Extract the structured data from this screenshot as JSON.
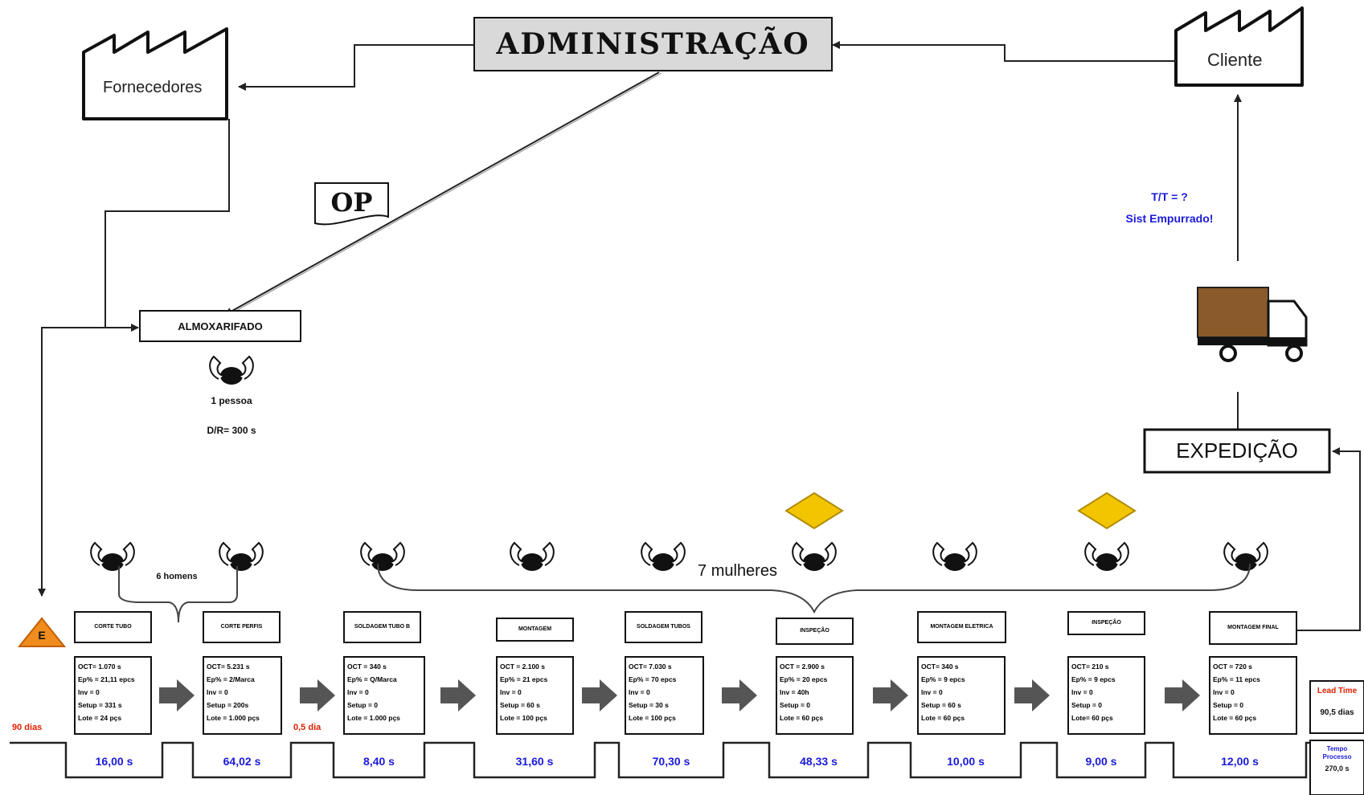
{
  "title": "ADMINISTRAÇÃO",
  "suppliers_label": "Fornecedores",
  "client_label": "Cliente",
  "op_label": "OP",
  "warehouse": {
    "label": "ALMOXARIFADO",
    "operators": "1 pessoa",
    "demand": "D/R= 300 s"
  },
  "takt": {
    "line1": "T/T = ?",
    "line2": "Sist Empurrado!"
  },
  "shipping_label": "EXPEDIÇÃO",
  "inventory_marker": "E",
  "group_left_label": "6 homens",
  "group_right_label": "7 mulheres",
  "inventory_days": [
    "90 dias",
    "0,5 dia"
  ],
  "processes": [
    {
      "name": "CORTE TUBO",
      "lines": [
        "OCT= 1.070 s",
        "Ep% = 21,11 epcs",
        "Inv = 0",
        "Setup = 331 s",
        "Lote = 24 pçs"
      ],
      "time": "16,00 s"
    },
    {
      "name": "CORTE PERFIS",
      "lines": [
        "OCT= 5.231 s",
        "Ep% = 2/Marca",
        "Inv = 0",
        "Setup = 200s",
        "Lote = 1.000 pçs"
      ],
      "time": "64,02 s"
    },
    {
      "name": "SOLDAGEM TUBO B",
      "lines": [
        "OCT = 340 s",
        "Ep% = Q/Marca",
        "Inv = 0",
        "Setup = 0",
        "Lote = 1.000 pçs"
      ],
      "time": "8,40 s"
    },
    {
      "name": "MONTAGEM",
      "lines": [
        "OCT = 2.100 s",
        "Ep% = 21 epcs",
        "Inv = 0",
        "Setup = 60 s",
        "Lote = 100 pçs"
      ],
      "time": "31,60 s"
    },
    {
      "name": "SOLDAGEM TUBOS",
      "lines": [
        "OCT= 7.030 s",
        "Ep% = 70 epcs",
        "Inv = 0",
        "Setup = 30 s",
        "Lote = 100 pçs"
      ],
      "time": "70,30 s"
    },
    {
      "name": "INSPEÇÃO",
      "lines": [
        "OCT = 2.900 s",
        "Ep% = 20 epcs",
        "Inv = 40h",
        "Setup = 0",
        "Lote = 60 pçs"
      ],
      "time": "48,33 s"
    },
    {
      "name": "MONTAGEM ELETRICA",
      "lines": [
        "OCT= 340 s",
        "Ep% = 9 epcs",
        "Inv = 0",
        "Setup = 60 s",
        "Lote = 60 pçs"
      ],
      "time": "10,00 s"
    },
    {
      "name": "INSPEÇÃO",
      "lines": [
        "OCT= 210 s",
        "Ep% = 9 epcs",
        "Inv = 0",
        "Setup = 0",
        "Lote= 60 pçs"
      ],
      "time": "9,00 s"
    },
    {
      "name": "MONTAGEM FINAL",
      "lines": [
        "OCT = 720 s",
        "Ep% = 11 epcs",
        "Inv = 0",
        "Setup = 0",
        "Lote = 60 pçs"
      ],
      "time": "12,00 s"
    }
  ],
  "lead_time": {
    "label": "Lead Time",
    "value": "90,5 dias"
  },
  "process_time": {
    "label": "Tempo Processo",
    "value": "270,0 s"
  },
  "colors": {
    "kaizen": "#f2c500",
    "inventory": "#f08c1e",
    "admin_fill": "#d9d9d9",
    "truck_box": "#8b5a2b",
    "blue": "#1a1adb",
    "red": "#e02000"
  }
}
